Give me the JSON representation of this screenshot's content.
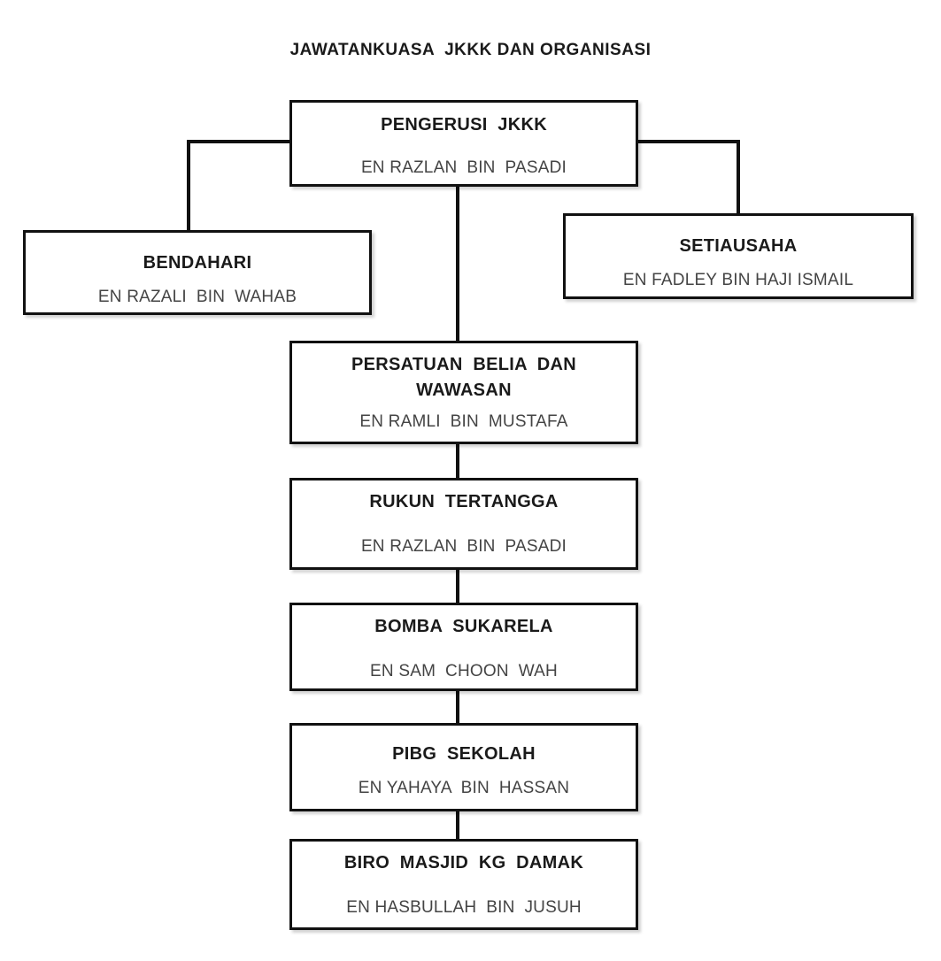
{
  "title": "JAWATANKUASA  JKKK DAN ORGANISASI",
  "nodes": {
    "pengerusi": {
      "title": "PENGERUSI  JKKK",
      "name": "EN RAZLAN  BIN  PASADI"
    },
    "bendahari": {
      "title": "BENDAHARI",
      "name": "EN RAZALI  BIN  WAHAB"
    },
    "setiausaha": {
      "title": "SETIAUSAHA",
      "name": "EN FADLEY BIN HAJI ISMAIL"
    },
    "belia": {
      "title": "PERSATUAN  BELIA  DAN WAWASAN",
      "name": "EN RAMLI  BIN  MUSTAFA"
    },
    "rukun": {
      "title": "RUKUN  TERTANGGA",
      "name": "EN RAZLAN  BIN  PASADI"
    },
    "bomba": {
      "title": "BOMBA  SUKARELA",
      "name": "EN SAM  CHOON  WAH"
    },
    "pibg": {
      "title": "PIBG  SEKOLAH",
      "name": "EN YAHAYA  BIN  HASSAN"
    },
    "masjid": {
      "title": "BIRO  MASJID  KG  DAMAK",
      "name": "EN HASBULLAH  BIN  JUSUH"
    }
  }
}
